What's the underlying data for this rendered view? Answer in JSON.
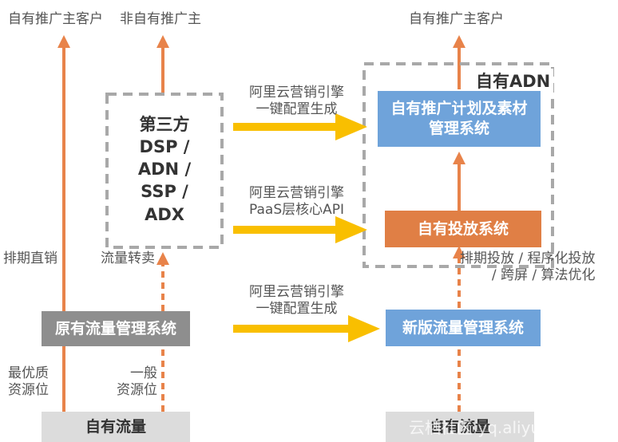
{
  "labels": {
    "top_left_1": "自有推广主客户",
    "top_left_2": "非自有推广主",
    "top_right": "自有推广主客户",
    "adn_title": "自有ADN",
    "third_party": "第三方\nDSP /\nADN /\nSSP /\nADX",
    "own_promo_system": "自有推广计划及素材\n管理系统",
    "own_delivery_system": "自有投放系统",
    "new_traffic_system": "新版流量管理系统",
    "orig_traffic_system": "原有流量管理系统",
    "own_traffic_left": "自有流量",
    "own_traffic_right": "自有流量",
    "schedule_direct": "排期直销",
    "traffic_resell": "流量转卖",
    "best_resources": "最优质\n资源位",
    "general_resources": "一般\n资源位",
    "engine_top": "阿里云营销引擎\n一键配置生成",
    "engine_mid": "阿里云营销引擎\nPaaS层核心API",
    "engine_bottom": "阿里云营销引擎\n一键配置生成",
    "right_features": "排期投放 / 程序化投放\n/ 跨屏 / 算法优化",
    "watermark": "云栖社区 yq.aliyun.com"
  },
  "colors": {
    "orange_line": "#e8834a",
    "yellow_arrow": "#f9bf00",
    "blue_box": "#6fa3da",
    "orange_box": "#e07f45",
    "gray_box": "#8e8e8e",
    "light_gray": "#dcdcdc",
    "dashed": "#a8a8a8"
  }
}
